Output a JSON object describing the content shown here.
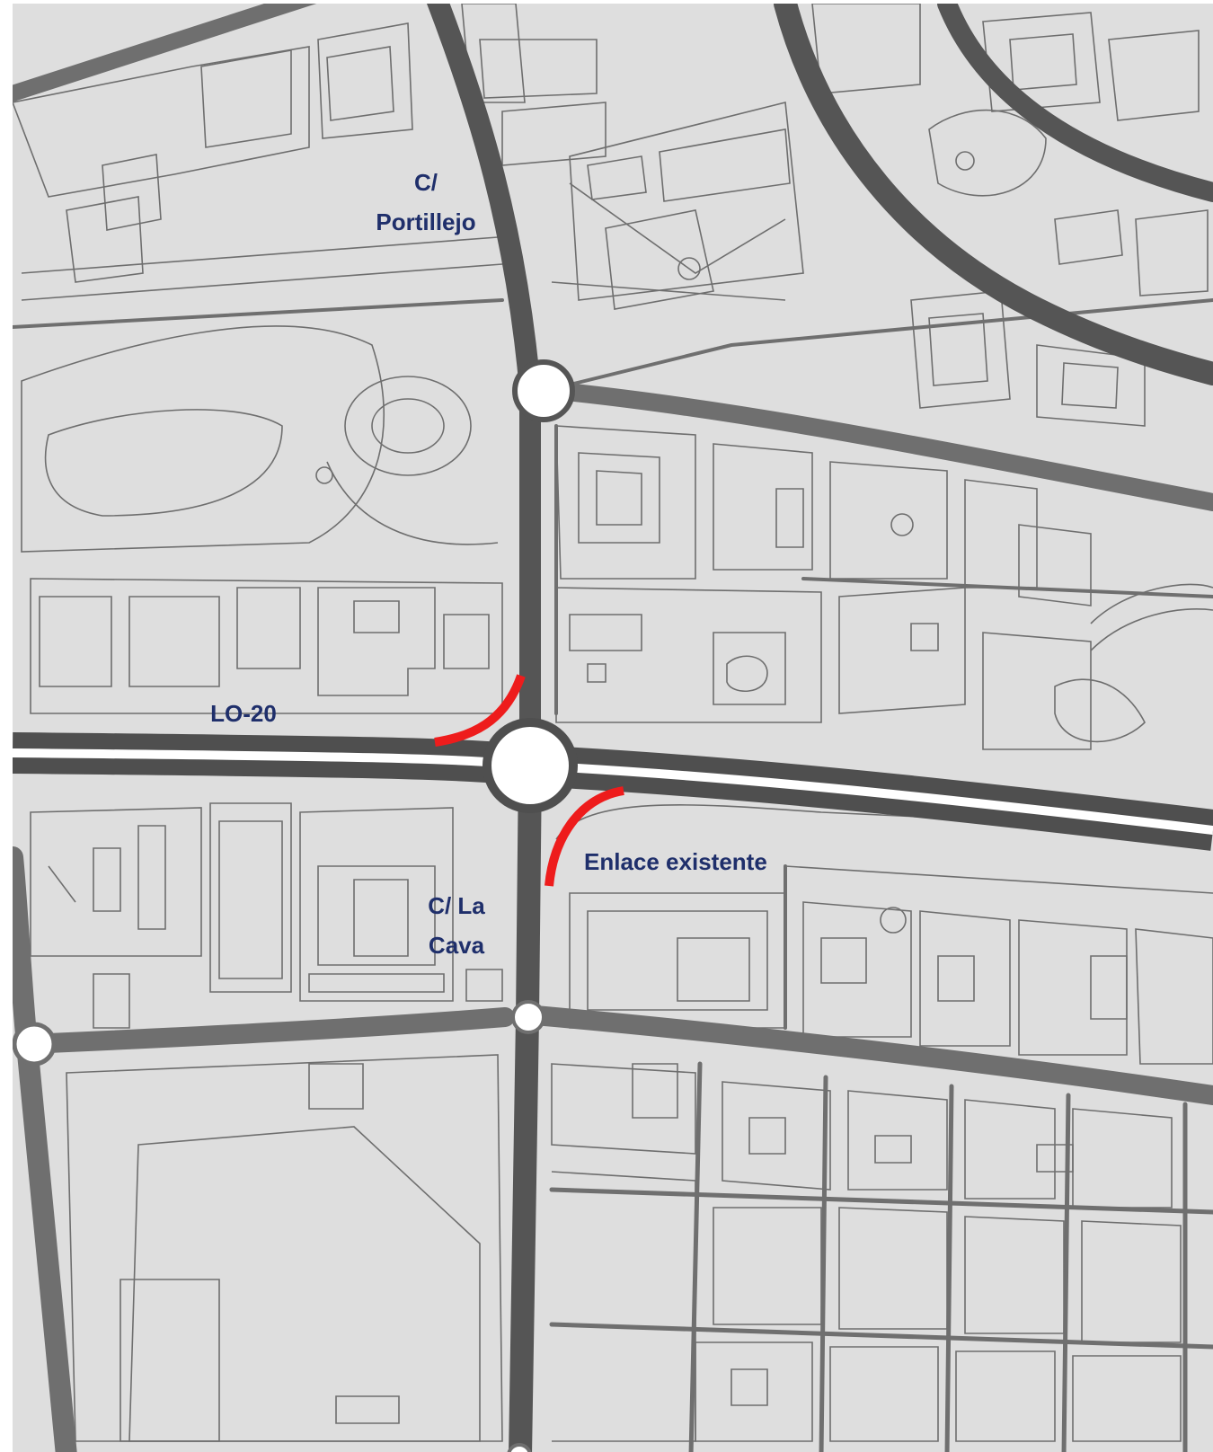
{
  "map": {
    "colors": {
      "land": "#dedede",
      "parcel_line": "#6e6e6e",
      "street": "#6f6f6f",
      "major_road": "#555555",
      "highway_casing": "#4f4f4f",
      "highway_center": "#ffffff",
      "roundabout": "#ffffff",
      "highlight": "#ee1c1c",
      "label": "#1f2f6b"
    },
    "labels": {
      "portillejo_line1": "C/",
      "portillejo_line2": "Portillejo",
      "lo20": "LO-20",
      "enlace": "Enlace existente",
      "lacava_line1": "C/ La",
      "lacava_line2": "Cava"
    }
  }
}
